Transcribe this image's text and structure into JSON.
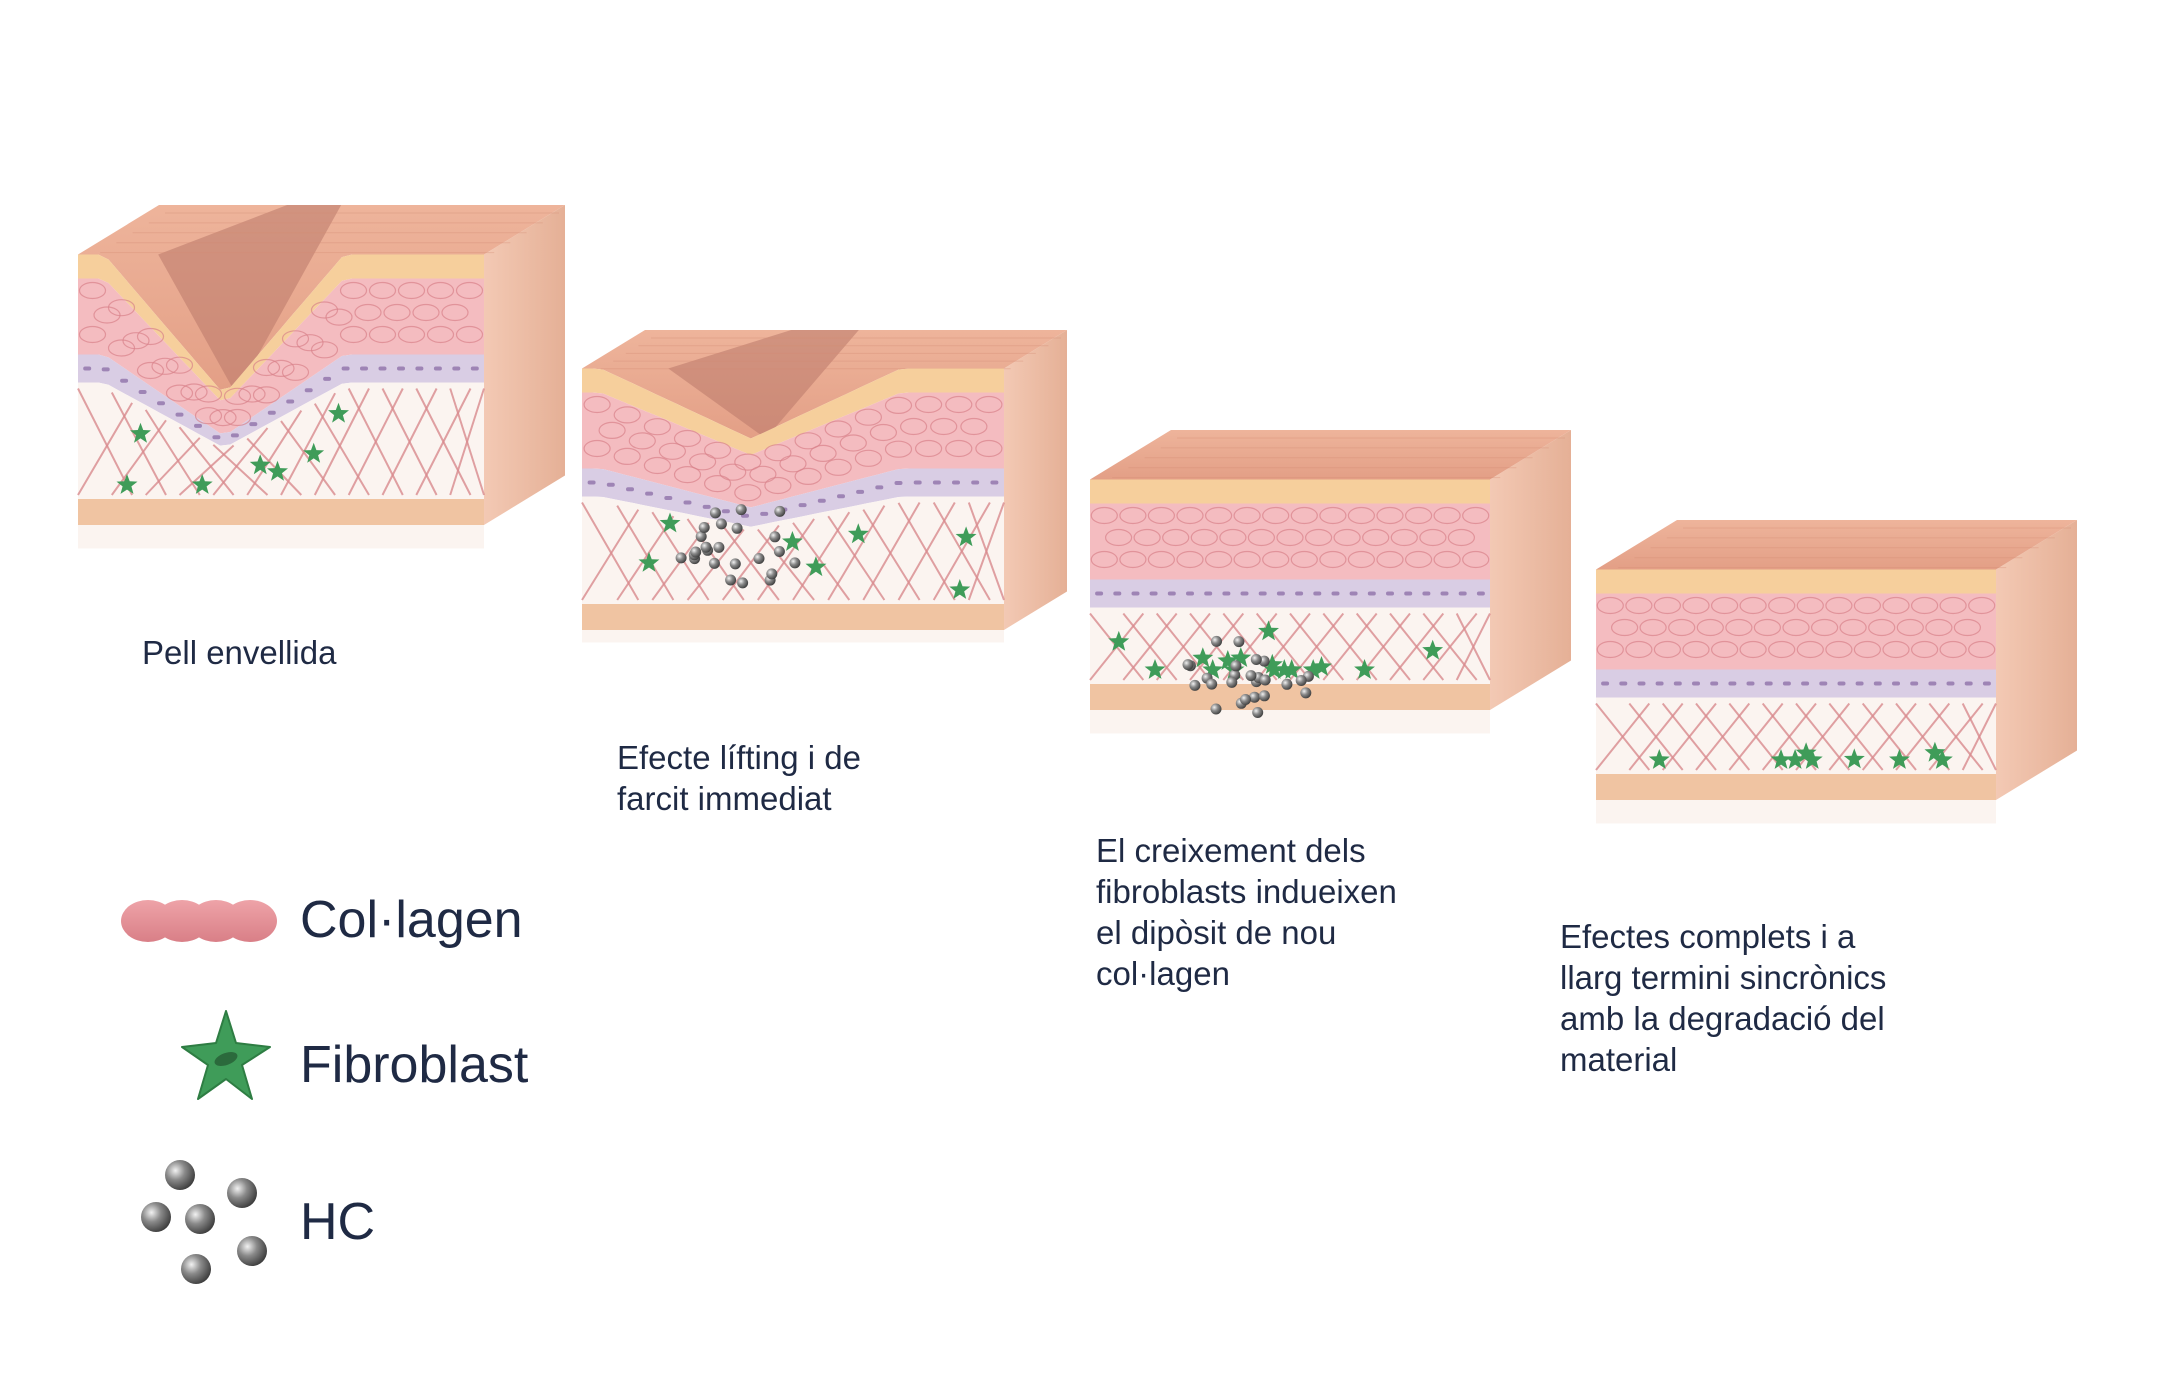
{
  "stages": [
    {
      "id": "aged",
      "caption": "Pell envellida",
      "depression": "deep",
      "hc": "none",
      "fibroblast_density": "low"
    },
    {
      "id": "lifting",
      "caption": "Efecte lífting i de\nfarcit immediat",
      "depression": "medium",
      "hc": "dense",
      "fibroblast_density": "low"
    },
    {
      "id": "growth",
      "caption": "El creixement dels\nfibroblasts indueixen\nel dipòsit de nou\ncol·lagen",
      "depression": "flat",
      "hc": "mixed",
      "fibroblast_density": "high"
    },
    {
      "id": "complete",
      "caption": "Efectes complets i a\nllarg termini sincrònics\namb la degradació del\nmaterial",
      "depression": "flat",
      "hc": "none",
      "fibroblast_density": "normal"
    }
  ],
  "legend": {
    "collagen": {
      "label": "Col·lagen",
      "icon": "collagen-icon"
    },
    "fibroblast": {
      "label": "Fibroblast",
      "icon": "fibroblast-icon"
    },
    "hc": {
      "label": "HC",
      "icon": "hc-particles-icon"
    }
  },
  "colors": {
    "text": "#1f2a44",
    "skin_top": "#e9a98f",
    "skin_top_line": "#d38a73",
    "fold_shadow": "#b9786a",
    "fat_band": "#f6cf9c",
    "cell_layer": "#f4bcc0",
    "cell_line": "#d9828a",
    "basal_layer": "#d9cde4",
    "basal_cell": "#8f72a9",
    "dermis": "#fbf4f0",
    "collagen_fiber": "#d98a8e",
    "fibroblast": "#3f9c59",
    "hc_particle": "#6e6e6e",
    "base": "#f0c4a2"
  }
}
